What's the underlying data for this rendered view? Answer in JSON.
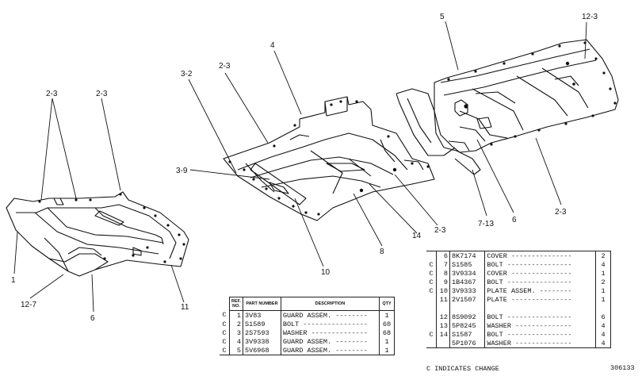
{
  "callouts": {
    "l23a": "2-3",
    "l23b": "2-3",
    "l1": "1",
    "l127": "12-7",
    "l6a": "6",
    "l11": "11",
    "c32": "3-2",
    "c23": "2-3",
    "c4": "4",
    "c39": "3-9",
    "c10": "10",
    "c8": "8",
    "c14": "14",
    "c23b": "2-3",
    "r5": "5",
    "r123": "12-3",
    "r713": "7-13",
    "r6": "6",
    "r23": "2-3"
  },
  "table_left": {
    "headers": {
      "ref": "REF. NO.",
      "part": "PART NUMBER",
      "desc": "DESCRIPTION",
      "qty": "QTY"
    },
    "rows": [
      {
        "c": "C",
        "ref": "1",
        "part": "3V83",
        "desc": "GUARD ASSEM.",
        "qty": "1"
      },
      {
        "c": "C",
        "ref": "2",
        "part": "S1589",
        "desc": "BOLT",
        "qty": "60"
      },
      {
        "c": "C",
        "ref": "3",
        "part": "2S7593",
        "desc": "WASHER",
        "qty": "68"
      },
      {
        "c": "C",
        "ref": "4",
        "part": "3V9338",
        "desc": "GUARD ASSEM.",
        "qty": "1"
      },
      {
        "c": "C",
        "ref": "5",
        "part": "5V6968",
        "desc": "GUARD ASSEM.",
        "qty": "1"
      }
    ]
  },
  "table_right": {
    "rows": [
      {
        "c": "",
        "ref": "6",
        "part": "8K7174",
        "desc": "COVER",
        "qty": "2"
      },
      {
        "c": "C",
        "ref": "7",
        "part": "S1585",
        "desc": "BOLT",
        "qty": "4"
      },
      {
        "c": "C",
        "ref": "8",
        "part": "3V9334",
        "desc": "COVER",
        "qty": "1"
      },
      {
        "c": "C",
        "ref": "9",
        "part": "1B4367",
        "desc": "BOLT",
        "qty": "2"
      },
      {
        "c": "C",
        "ref": "10",
        "part": "3V9333",
        "desc": "PLATE ASSEM.",
        "qty": "1"
      },
      {
        "c": "",
        "ref": "11",
        "part": "2V1507",
        "desc": "PLATE",
        "qty": "1"
      },
      {
        "c": "",
        "ref": "12",
        "part": "8S9092",
        "desc": "BOLT",
        "qty": "6"
      },
      {
        "c": "",
        "ref": "13",
        "part": "5P8245",
        "desc": "WASHER",
        "qty": "4"
      },
      {
        "c": "C",
        "ref": "14",
        "part": "S1587",
        "desc": "BOLT",
        "qty": "4"
      },
      {
        "c": "",
        "ref": "",
        "part": "5P1076",
        "desc": "WASHER",
        "qty": "4"
      }
    ]
  },
  "footer": {
    "note": "C INDICATES CHANGE",
    "drawing_number": "306133"
  }
}
